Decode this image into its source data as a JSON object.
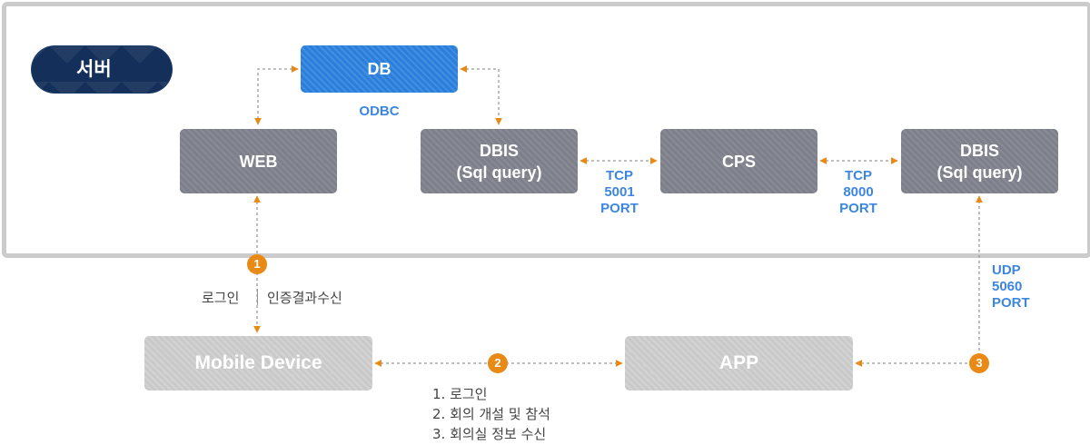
{
  "server": {
    "label": "서버"
  },
  "nodes": {
    "db": "DB",
    "web": "WEB",
    "dbis_left": [
      "DBIS",
      "(Sql query)"
    ],
    "cps": "CPS",
    "dbis_right": [
      "DBIS",
      "(Sql query)"
    ],
    "mobile": "Mobile Device",
    "app": "APP"
  },
  "labels": {
    "odbc": "ODBC",
    "tcp5001": [
      "TCP",
      "5001",
      "PORT"
    ],
    "tcp8000": [
      "TCP",
      "8000",
      "PORT"
    ],
    "udp5060": [
      "UDP",
      "5060",
      "PORT"
    ],
    "login": "로그인",
    "auth_result": "인증결과수신"
  },
  "steps": [
    "1",
    "2",
    "3"
  ],
  "step2_list": [
    "1. 로그인",
    "2. 회의 개설 및 참석",
    "3. 회의실 정보 수신"
  ],
  "colors": {
    "server_badge": "#14305a",
    "db": "#2a7fdc",
    "node": "#7d808a",
    "client": "#c9c9c9",
    "arrow": "#e98a16",
    "port_label": "#3d86e0"
  }
}
